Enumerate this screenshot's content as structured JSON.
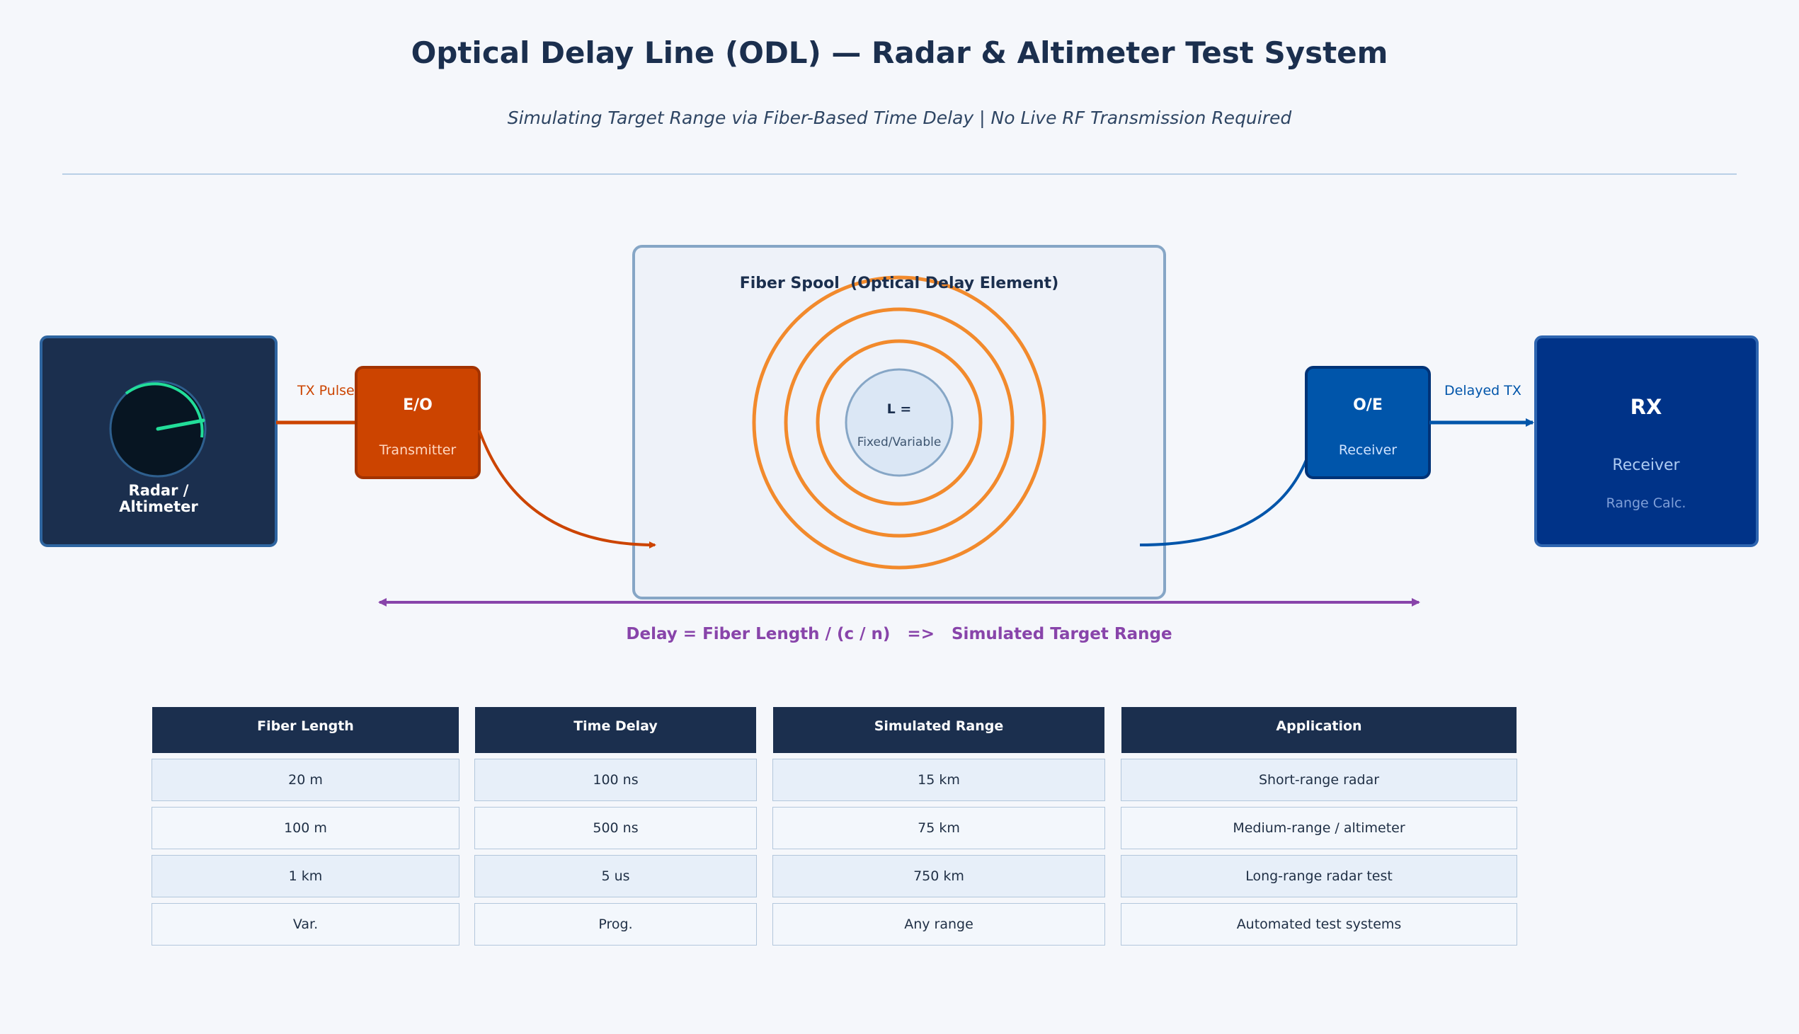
{
  "title": "Optical Delay Line (ODL) — Radar & Altimeter Test System",
  "subtitle": "Simulating Target Range via Fiber-Based Time Delay  |  No Live RF Transmission Required",
  "colors": {
    "navy": "#1b2f4e",
    "orange": "#f28a2c",
    "eo_orange": "#cc4400",
    "blue": "#0055aa",
    "rx_blue": "#003388",
    "purple": "#8844aa",
    "gauge_green": "#22dd99"
  },
  "diagram": {
    "radar": {
      "label_line1": "Radar /",
      "label_line2": "Altimeter",
      "icon": "gauge-icon"
    },
    "tx_pulse_label": "TX Pulse",
    "eo": {
      "title": "E/O",
      "subtitle": "Transmitter"
    },
    "spool": {
      "title": "Fiber Spool  (Optical Delay Element)",
      "core_line1": "L =",
      "core_line2": "Fixed/Variable"
    },
    "oe": {
      "title": "O/E",
      "subtitle": "Receiver"
    },
    "delayed_tx_label": "Delayed TX",
    "rx": {
      "title": "RX",
      "subtitle": "Receiver",
      "detail": "Range Calc."
    },
    "formula": "Delay = Fiber Length / (c / n)   =>   Simulated Target Range"
  },
  "table": {
    "headers": [
      "Fiber Length",
      "Time Delay",
      "Simulated Range",
      "Application"
    ],
    "rows": [
      [
        "20 m",
        "100 ns",
        "15 km",
        "Short-range radar"
      ],
      [
        "100 m",
        "500 ns",
        "75 km",
        "Medium-range / altimeter"
      ],
      [
        "1 km",
        "5 us",
        "750 km",
        "Long-range radar test"
      ],
      [
        "Var.",
        "Prog.",
        "Any range",
        "Automated test systems"
      ]
    ]
  }
}
